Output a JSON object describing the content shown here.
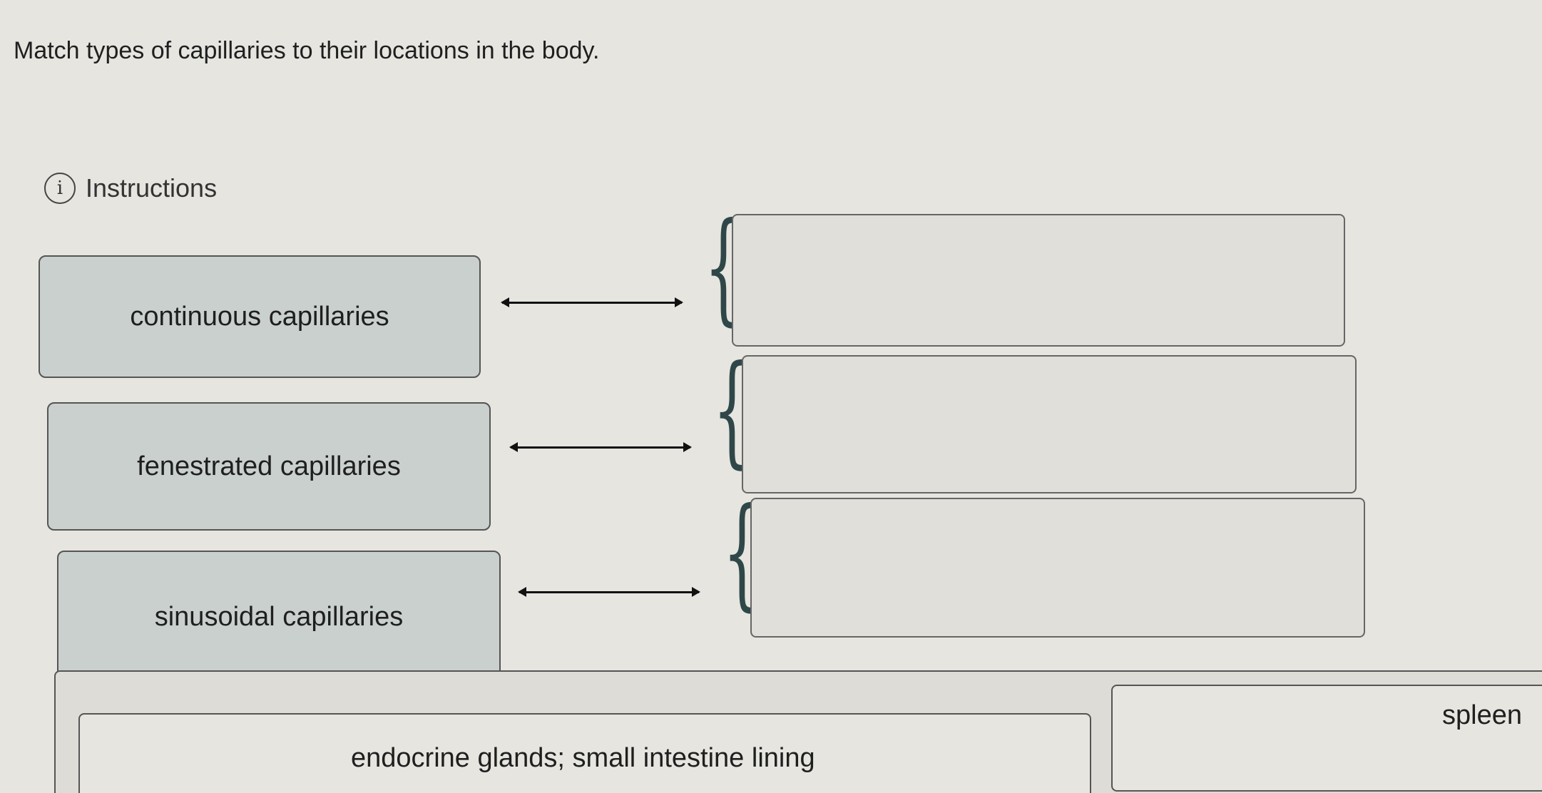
{
  "question": "Match types of capillaries to their locations in the body.",
  "instructions": {
    "icon": "info-icon",
    "label": "Instructions"
  },
  "terms": [
    {
      "label": "continuous capillaries"
    },
    {
      "label": "fenestrated capillaries"
    },
    {
      "label": "sinusoidal capillaries"
    }
  ],
  "choices": [
    {
      "label": "endocrine glands; small intestine lining"
    },
    {
      "label": "spleen"
    }
  ]
}
